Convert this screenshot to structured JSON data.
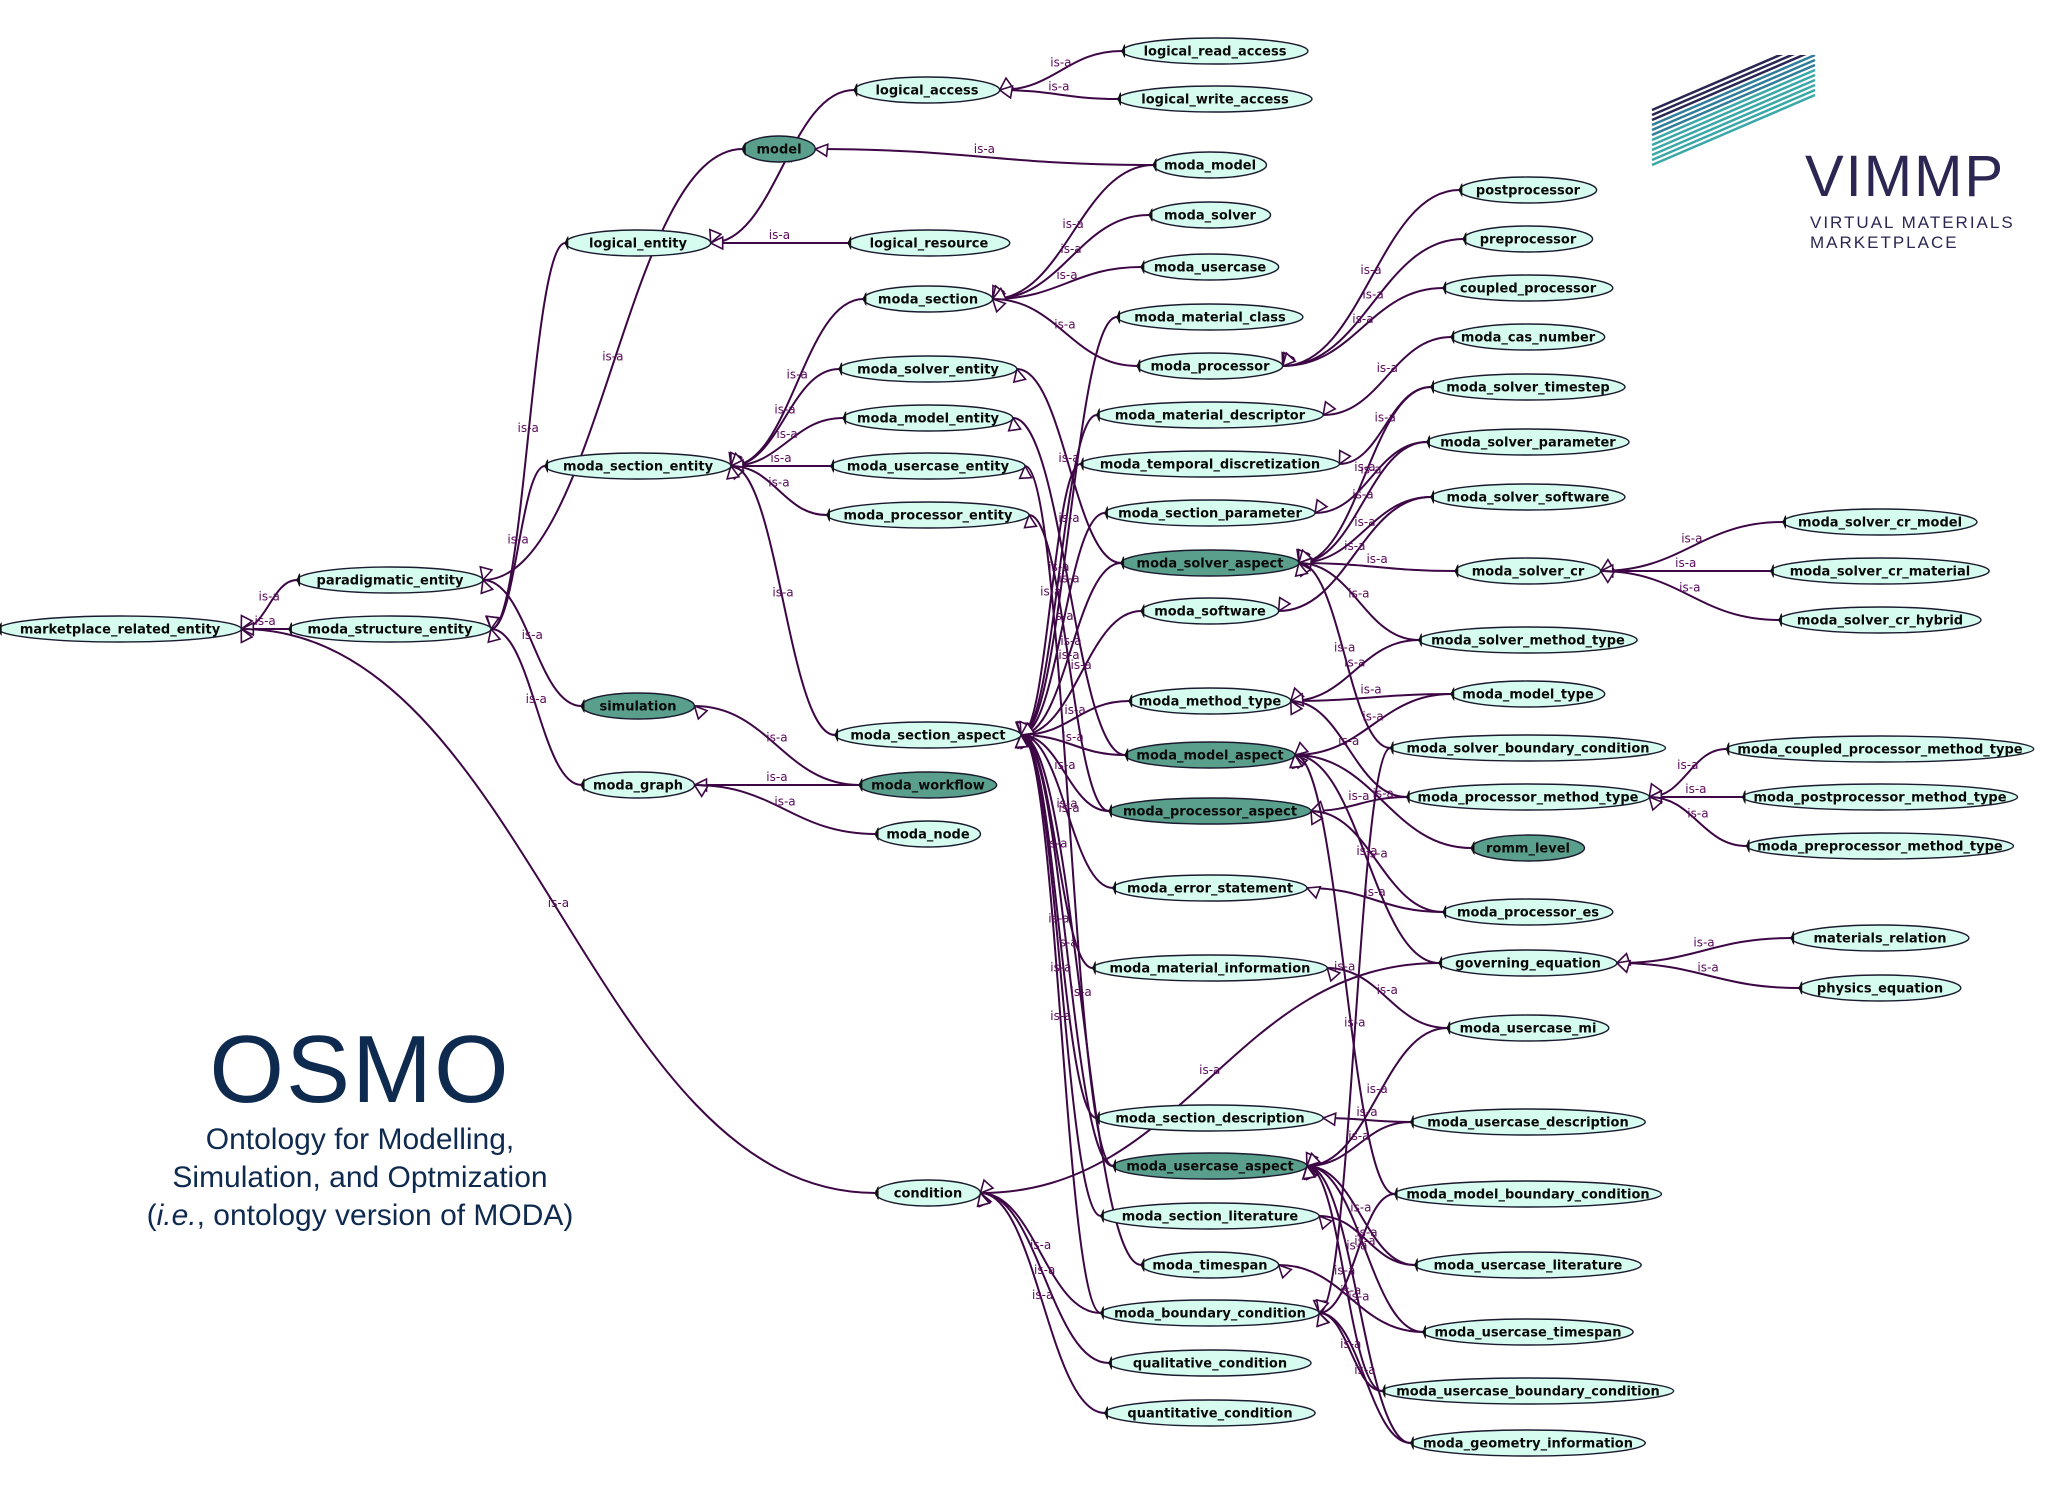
{
  "title": {
    "main": "OSMO",
    "line1": "Ontology for Modelling,",
    "line2": "Simulation, and Optmization",
    "line3_italic": "i.e.",
    "line3_rest": ", ontology version of MODA)",
    "line3_open": "("
  },
  "logo": {
    "name": "VIMMP",
    "tagline1": "VIRTUAL MATERIALS",
    "tagline2": "MARKETPLACE"
  },
  "colors": {
    "light_node": "#d6fbef",
    "dark_node": "#5a9e8c",
    "edge": "#3d0745",
    "edge_label": "#5a0a5a",
    "title": "#0f2a4f",
    "logo_text": "#2b2652"
  },
  "edge_label": "is-a",
  "nodes": [
    {
      "id": "logical_read_access",
      "label": "logical_read_access",
      "dark": false
    },
    {
      "id": "logical_write_access",
      "label": "logical_write_access",
      "dark": false
    },
    {
      "id": "logical_access",
      "label": "logical_access",
      "dark": false
    },
    {
      "id": "model",
      "label": "model",
      "dark": true
    },
    {
      "id": "moda_model",
      "label": "moda_model",
      "dark": false
    },
    {
      "id": "moda_solver",
      "label": "moda_solver",
      "dark": false
    },
    {
      "id": "logical_entity",
      "label": "logical_entity",
      "dark": false
    },
    {
      "id": "logical_resource",
      "label": "logical_resource",
      "dark": false
    },
    {
      "id": "moda_usercase",
      "label": "moda_usercase",
      "dark": false
    },
    {
      "id": "moda_section",
      "label": "moda_section",
      "dark": false
    },
    {
      "id": "moda_material_class",
      "label": "moda_material_class",
      "dark": false
    },
    {
      "id": "moda_processor",
      "label": "moda_processor",
      "dark": false
    },
    {
      "id": "moda_solver_entity",
      "label": "moda_solver_entity",
      "dark": false
    },
    {
      "id": "moda_model_entity",
      "label": "moda_model_entity",
      "dark": false
    },
    {
      "id": "moda_material_descriptor",
      "label": "moda_material_descriptor",
      "dark": false
    },
    {
      "id": "moda_section_entity",
      "label": "moda_section_entity",
      "dark": false
    },
    {
      "id": "moda_usercase_entity",
      "label": "moda_usercase_entity",
      "dark": false
    },
    {
      "id": "moda_temporal_discretization",
      "label": "moda_temporal_discretization",
      "dark": false
    },
    {
      "id": "moda_processor_entity",
      "label": "moda_processor_entity",
      "dark": false
    },
    {
      "id": "moda_section_parameter",
      "label": "moda_section_parameter",
      "dark": false
    },
    {
      "id": "moda_solver_aspect",
      "label": "moda_solver_aspect",
      "dark": true
    },
    {
      "id": "paradigmatic_entity",
      "label": "paradigmatic_entity",
      "dark": false
    },
    {
      "id": "moda_software",
      "label": "moda_software",
      "dark": false
    },
    {
      "id": "marketplace_related_entity",
      "label": "marketplace_related_entity",
      "dark": false
    },
    {
      "id": "moda_structure_entity",
      "label": "moda_structure_entity",
      "dark": false
    },
    {
      "id": "simulation",
      "label": "simulation",
      "dark": true
    },
    {
      "id": "moda_method_type",
      "label": "moda_method_type",
      "dark": false
    },
    {
      "id": "moda_section_aspect",
      "label": "moda_section_aspect",
      "dark": false
    },
    {
      "id": "moda_model_aspect",
      "label": "moda_model_aspect",
      "dark": true
    },
    {
      "id": "moda_graph",
      "label": "moda_graph",
      "dark": false
    },
    {
      "id": "moda_workflow",
      "label": "moda_workflow",
      "dark": true
    },
    {
      "id": "moda_processor_aspect",
      "label": "moda_processor_aspect",
      "dark": true
    },
    {
      "id": "moda_node",
      "label": "moda_node",
      "dark": false
    },
    {
      "id": "moda_error_statement",
      "label": "moda_error_statement",
      "dark": false
    },
    {
      "id": "moda_material_information",
      "label": "moda_material_information",
      "dark": false
    },
    {
      "id": "moda_section_description",
      "label": "moda_section_description",
      "dark": false
    },
    {
      "id": "moda_usercase_aspect",
      "label": "moda_usercase_aspect",
      "dark": true
    },
    {
      "id": "condition",
      "label": "condition",
      "dark": false
    },
    {
      "id": "moda_section_literature",
      "label": "moda_section_literature",
      "dark": false
    },
    {
      "id": "moda_timespan",
      "label": "moda_timespan",
      "dark": false
    },
    {
      "id": "moda_boundary_condition",
      "label": "moda_boundary_condition",
      "dark": false
    },
    {
      "id": "qualitative_condition",
      "label": "qualitative_condition",
      "dark": false
    },
    {
      "id": "quantitative_condition",
      "label": "quantitative_condition",
      "dark": false
    },
    {
      "id": "postprocessor",
      "label": "postprocessor",
      "dark": false
    },
    {
      "id": "preprocessor",
      "label": "preprocessor",
      "dark": false
    },
    {
      "id": "coupled_processor",
      "label": "coupled_processor",
      "dark": false
    },
    {
      "id": "moda_cas_number",
      "label": "moda_cas_number",
      "dark": false
    },
    {
      "id": "moda_solver_timestep",
      "label": "moda_solver_timestep",
      "dark": false
    },
    {
      "id": "moda_solver_parameter",
      "label": "moda_solver_parameter",
      "dark": false
    },
    {
      "id": "moda_solver_software",
      "label": "moda_solver_software",
      "dark": false
    },
    {
      "id": "moda_solver_cr",
      "label": "moda_solver_cr",
      "dark": false
    },
    {
      "id": "moda_solver_method_type",
      "label": "moda_solver_method_type",
      "dark": false
    },
    {
      "id": "moda_model_type",
      "label": "moda_model_type",
      "dark": false
    },
    {
      "id": "moda_solver_boundary_condition",
      "label": "moda_solver_boundary_condition",
      "dark": false
    },
    {
      "id": "moda_processor_method_type",
      "label": "moda_processor_method_type",
      "dark": false
    },
    {
      "id": "romm_level",
      "label": "romm_level",
      "dark": true
    },
    {
      "id": "moda_processor_es",
      "label": "moda_processor_es",
      "dark": false
    },
    {
      "id": "governing_equation",
      "label": "governing_equation",
      "dark": false
    },
    {
      "id": "moda_usercase_mi",
      "label": "moda_usercase_mi",
      "dark": false
    },
    {
      "id": "moda_usercase_description",
      "label": "moda_usercase_description",
      "dark": false
    },
    {
      "id": "moda_model_boundary_condition",
      "label": "moda_model_boundary_condition",
      "dark": false
    },
    {
      "id": "moda_usercase_literature",
      "label": "moda_usercase_literature",
      "dark": false
    },
    {
      "id": "moda_usercase_timespan",
      "label": "moda_usercase_timespan",
      "dark": false
    },
    {
      "id": "moda_usercase_boundary_condition",
      "label": "moda_usercase_boundary_condition",
      "dark": false
    },
    {
      "id": "moda_geometry_information",
      "label": "moda_geometry_information",
      "dark": false
    },
    {
      "id": "moda_solver_cr_model",
      "label": "moda_solver_cr_model",
      "dark": false
    },
    {
      "id": "moda_solver_cr_material",
      "label": "moda_solver_cr_material",
      "dark": false
    },
    {
      "id": "moda_solver_cr_hybrid",
      "label": "moda_solver_cr_hybrid",
      "dark": false
    },
    {
      "id": "moda_coupled_processor_method_type",
      "label": "moda_coupled_processor_method_type",
      "dark": false
    },
    {
      "id": "moda_postprocessor_method_type",
      "label": "moda_postprocessor_method_type",
      "dark": false
    },
    {
      "id": "moda_preprocessor_method_type",
      "label": "moda_preprocessor_method_type",
      "dark": false
    },
    {
      "id": "materials_relation",
      "label": "materials_relation",
      "dark": false
    },
    {
      "id": "physics_equation",
      "label": "physics_equation",
      "dark": false
    }
  ],
  "edges": [
    {
      "child": "logical_read_access",
      "parent": "logical_access"
    },
    {
      "child": "logical_write_access",
      "parent": "logical_access"
    },
    {
      "child": "logical_access",
      "parent": "logical_entity"
    },
    {
      "child": "moda_model",
      "parent": "model"
    },
    {
      "child": "model",
      "parent": "paradigmatic_entity"
    },
    {
      "child": "logical_resource",
      "parent": "logical_entity"
    },
    {
      "child": "logical_entity",
      "parent": "moda_structure_entity"
    },
    {
      "child": "moda_model",
      "parent": "moda_section"
    },
    {
      "child": "moda_solver",
      "parent": "moda_section"
    },
    {
      "child": "moda_usercase",
      "parent": "moda_section"
    },
    {
      "child": "moda_processor",
      "parent": "moda_section"
    },
    {
      "child": "moda_section",
      "parent": "moda_section_entity"
    },
    {
      "child": "moda_solver_entity",
      "parent": "moda_section_entity"
    },
    {
      "child": "moda_model_entity",
      "parent": "moda_section_entity"
    },
    {
      "child": "moda_usercase_entity",
      "parent": "moda_section_entity"
    },
    {
      "child": "moda_processor_entity",
      "parent": "moda_section_entity"
    },
    {
      "child": "moda_section_aspect",
      "parent": "moda_section_entity"
    },
    {
      "child": "moda_section_entity",
      "parent": "moda_structure_entity"
    },
    {
      "child": "paradigmatic_entity",
      "parent": "marketplace_related_entity"
    },
    {
      "child": "moda_structure_entity",
      "parent": "marketplace_related_entity"
    },
    {
      "child": "condition",
      "parent": "marketplace_related_entity"
    },
    {
      "child": "simulation",
      "parent": "paradigmatic_entity"
    },
    {
      "child": "moda_graph",
      "parent": "moda_structure_entity"
    },
    {
      "child": "moda_workflow",
      "parent": "simulation"
    },
    {
      "child": "moda_workflow",
      "parent": "moda_graph"
    },
    {
      "child": "moda_node",
      "parent": "moda_graph"
    },
    {
      "child": "moda_solver_aspect",
      "parent": "moda_solver_entity"
    },
    {
      "child": "moda_model_aspect",
      "parent": "moda_model_entity"
    },
    {
      "child": "moda_usercase_aspect",
      "parent": "moda_usercase_entity"
    },
    {
      "child": "moda_processor_aspect",
      "parent": "moda_processor_entity"
    },
    {
      "child": "moda_solver_aspect",
      "parent": "moda_section_aspect"
    },
    {
      "child": "moda_model_aspect",
      "parent": "moda_section_aspect"
    },
    {
      "child": "moda_processor_aspect",
      "parent": "moda_section_aspect"
    },
    {
      "child": "moda_usercase_aspect",
      "parent": "moda_section_aspect"
    },
    {
      "child": "moda_material_class",
      "parent": "moda_section_aspect"
    },
    {
      "child": "moda_material_descriptor",
      "parent": "moda_section_aspect"
    },
    {
      "child": "moda_temporal_discretization",
      "parent": "moda_section_aspect"
    },
    {
      "child": "moda_section_parameter",
      "parent": "moda_section_aspect"
    },
    {
      "child": "moda_software",
      "parent": "moda_section_aspect"
    },
    {
      "child": "moda_method_type",
      "parent": "moda_section_aspect"
    },
    {
      "child": "moda_error_statement",
      "parent": "moda_section_aspect"
    },
    {
      "child": "moda_material_information",
      "parent": "moda_section_aspect"
    },
    {
      "child": "moda_section_description",
      "parent": "moda_section_aspect"
    },
    {
      "child": "moda_section_literature",
      "parent": "moda_section_aspect"
    },
    {
      "child": "moda_timespan",
      "parent": "moda_section_aspect"
    },
    {
      "child": "moda_boundary_condition",
      "parent": "moda_section_aspect"
    },
    {
      "child": "moda_boundary_condition",
      "parent": "condition"
    },
    {
      "child": "qualitative_condition",
      "parent": "condition"
    },
    {
      "child": "quantitative_condition",
      "parent": "condition"
    },
    {
      "child": "governing_equation",
      "parent": "condition"
    },
    {
      "child": "postprocessor",
      "parent": "moda_processor"
    },
    {
      "child": "preprocessor",
      "parent": "moda_processor"
    },
    {
      "child": "coupled_processor",
      "parent": "moda_processor"
    },
    {
      "child": "moda_cas_number",
      "parent": "moda_material_descriptor"
    },
    {
      "child": "moda_solver_timestep",
      "parent": "moda_temporal_discretization"
    },
    {
      "child": "moda_solver_timestep",
      "parent": "moda_solver_aspect"
    },
    {
      "child": "moda_solver_parameter",
      "parent": "moda_section_parameter"
    },
    {
      "child": "moda_solver_parameter",
      "parent": "moda_solver_aspect"
    },
    {
      "child": "moda_solver_software",
      "parent": "moda_software"
    },
    {
      "child": "moda_solver_software",
      "parent": "moda_solver_aspect"
    },
    {
      "child": "moda_solver_cr",
      "parent": "moda_solver_aspect"
    },
    {
      "child": "moda_solver_method_type",
      "parent": "moda_solver_aspect"
    },
    {
      "child": "moda_solver_method_type",
      "parent": "moda_method_type"
    },
    {
      "child": "moda_model_type",
      "parent": "moda_method_type"
    },
    {
      "child": "moda_model_type",
      "parent": "moda_model_aspect"
    },
    {
      "child": "moda_solver_boundary_condition",
      "parent": "moda_solver_aspect"
    },
    {
      "child": "moda_solver_boundary_condition",
      "parent": "moda_boundary_condition"
    },
    {
      "child": "moda_processor_method_type",
      "parent": "moda_method_type"
    },
    {
      "child": "moda_processor_method_type",
      "parent": "moda_processor_aspect"
    },
    {
      "child": "romm_level",
      "parent": "moda_model_aspect"
    },
    {
      "child": "moda_processor_es",
      "parent": "moda_processor_aspect"
    },
    {
      "child": "moda_processor_es",
      "parent": "moda_error_statement"
    },
    {
      "child": "governing_equation",
      "parent": "moda_model_aspect"
    },
    {
      "child": "moda_usercase_mi",
      "parent": "moda_material_information"
    },
    {
      "child": "moda_usercase_mi",
      "parent": "moda_usercase_aspect"
    },
    {
      "child": "moda_usercase_description",
      "parent": "moda_section_description"
    },
    {
      "child": "moda_usercase_description",
      "parent": "moda_usercase_aspect"
    },
    {
      "child": "moda_model_boundary_condition",
      "parent": "moda_model_aspect"
    },
    {
      "child": "moda_model_boundary_condition",
      "parent": "moda_boundary_condition"
    },
    {
      "child": "moda_usercase_literature",
      "parent": "moda_section_literature"
    },
    {
      "child": "moda_usercase_literature",
      "parent": "moda_usercase_aspect"
    },
    {
      "child": "moda_usercase_timespan",
      "parent": "moda_timespan"
    },
    {
      "child": "moda_usercase_timespan",
      "parent": "moda_usercase_aspect"
    },
    {
      "child": "moda_usercase_boundary_condition",
      "parent": "moda_usercase_aspect"
    },
    {
      "child": "moda_usercase_boundary_condition",
      "parent": "moda_boundary_condition"
    },
    {
      "child": "moda_geometry_information",
      "parent": "moda_usercase_aspect"
    },
    {
      "child": "moda_geometry_information",
      "parent": "moda_boundary_condition"
    },
    {
      "child": "moda_solver_cr_model",
      "parent": "moda_solver_cr"
    },
    {
      "child": "moda_solver_cr_material",
      "parent": "moda_solver_cr"
    },
    {
      "child": "moda_solver_cr_hybrid",
      "parent": "moda_solver_cr"
    },
    {
      "child": "moda_coupled_processor_method_type",
      "parent": "moda_processor_method_type"
    },
    {
      "child": "moda_postprocessor_method_type",
      "parent": "moda_processor_method_type"
    },
    {
      "child": "moda_preprocessor_method_type",
      "parent": "moda_processor_method_type"
    },
    {
      "child": "materials_relation",
      "parent": "governing_equation"
    },
    {
      "child": "physics_equation",
      "parent": "governing_equation"
    }
  ]
}
